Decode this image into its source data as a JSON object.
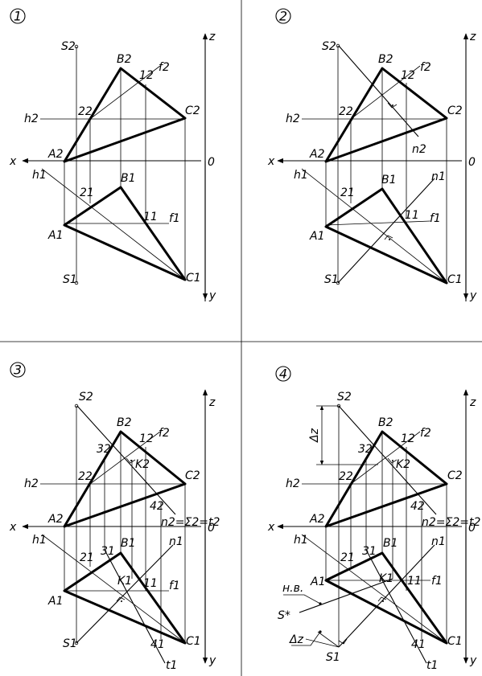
{
  "panels": [
    {
      "number": "1",
      "labels": {
        "S2": "S2",
        "B2": "B2",
        "one2": "12",
        "f2": "f2",
        "h2": "h2",
        "two2": "22",
        "C2": "C2",
        "A2": "A2",
        "x": "x",
        "O": "0",
        "h1": "h1",
        "B1": "B1",
        "two1": "21",
        "one1": "11",
        "f1": "f1",
        "A1": "A1",
        "S1": "S1",
        "C1": "C1",
        "z": "z",
        "y": "y"
      }
    },
    {
      "number": "2",
      "labels": {
        "S2": "S2",
        "B2": "B2",
        "one2": "12",
        "f2": "f2",
        "h2": "h2",
        "two2": "22",
        "C2": "C2",
        "A2": "A2",
        "n2": "n2",
        "x": "x",
        "O": "0",
        "h1": "h1",
        "B1": "B1",
        "n1": "n1",
        "two1": "21",
        "one1": "11",
        "f1": "f1",
        "A1": "A1",
        "S1": "S1",
        "C1": "C1",
        "z": "z",
        "y": "y"
      }
    },
    {
      "number": "3",
      "labels": {
        "S2": "S2",
        "B2": "B2",
        "one2": "12",
        "f2": "f2",
        "three2": "32",
        "K2": "K2",
        "C2": "C2",
        "h2": "h2",
        "two2": "22",
        "four2": "42",
        "A2": "A2",
        "eq": "n2=Σ2=t2",
        "x": "x",
        "O": "0",
        "h1": "h1",
        "three1": "31",
        "B1": "B1",
        "n1": "n1",
        "two1": "21",
        "K1": "K1",
        "one1": "11",
        "f1": "f1",
        "A1": "A1",
        "S1": "S1",
        "four1": "41",
        "C1": "C1",
        "t1": "t1",
        "z": "z",
        "y": "y"
      }
    },
    {
      "number": "4",
      "labels": {
        "S2": "S2",
        "dz": "Δz",
        "B2": "B2",
        "one2": "12",
        "f2": "f2",
        "three2": "32",
        "K2": "K2",
        "C2": "C2",
        "h2": "h2",
        "two2": "22",
        "four2": "42",
        "A2": "A2",
        "eq": "n2=Σ2=t2",
        "x": "x",
        "O": "0",
        "h1": "h1",
        "three1": "31",
        "B1": "B1",
        "n1": "n1",
        "two1": "21",
        "A1": "A1",
        "K1": "K1",
        "one1": "11",
        "f1": "f1",
        "nv": "н.в.",
        "Sstar": "S*",
        "dz2": "Δz",
        "S1": "S1",
        "four1": "41",
        "C1": "C1",
        "t1": "t1",
        "z": "z",
        "y": "y"
      }
    }
  ]
}
